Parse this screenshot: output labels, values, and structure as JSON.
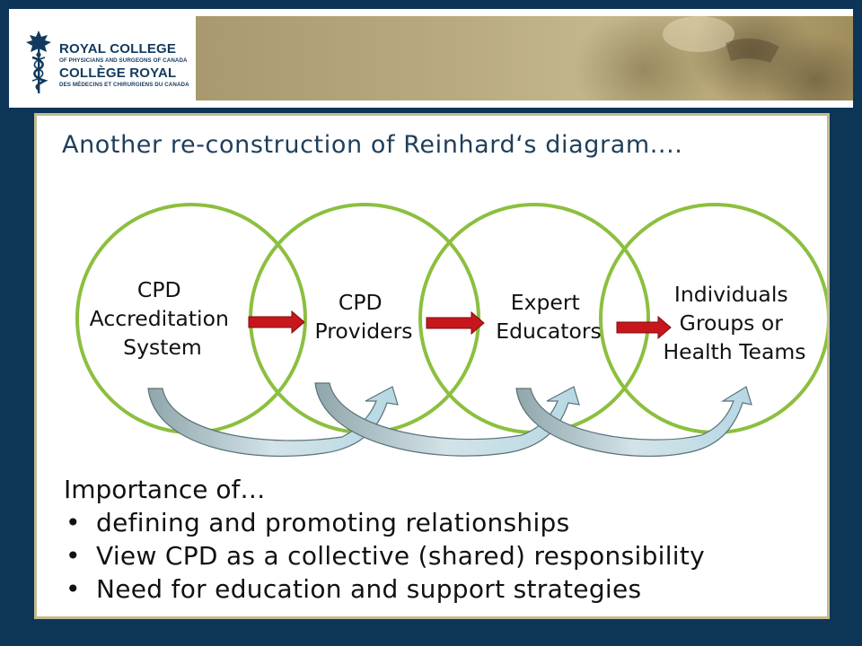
{
  "header": {
    "logo_lines": [
      "ROYAL COLLEGE",
      "OF PHYSICIANS AND SURGEONS OF CANADA",
      "COLLÈGE ROYAL",
      "DES MÉDECINS ET CHIRURGIENS DU CANADA"
    ]
  },
  "slide": {
    "title": "Another re-construction of Reinhard‘s diagram....",
    "circles": [
      {
        "lines": [
          "CPD",
          "Accreditation",
          "System"
        ]
      },
      {
        "lines": [
          "CPD",
          "Providers"
        ]
      },
      {
        "lines": [
          "Expert",
          "Educators"
        ]
      },
      {
        "lines": [
          "Individuals",
          "Groups or",
          "Health Teams"
        ]
      }
    ],
    "intro": "Importance of…",
    "bullets": [
      "defining and promoting relationships",
      "View CPD as a collective (shared) responsibility",
      "Need for education and support strategies"
    ],
    "bullet_glyph": "•"
  },
  "colors": {
    "background": "#0d3558",
    "circle_stroke": "#8cbf3f",
    "arrow_red": "#c8161d",
    "curved_arrow": "#a9c9d3",
    "banner": "#b9ab7f"
  }
}
